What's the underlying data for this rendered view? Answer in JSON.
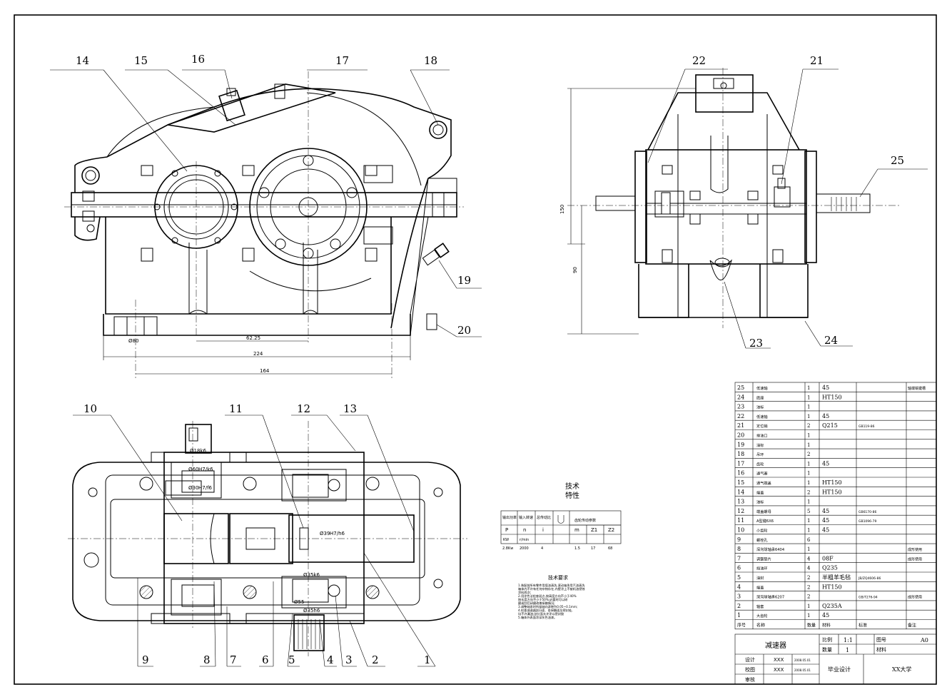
{
  "part_labels": [
    "14",
    "15",
    "16",
    "17",
    "18",
    "19",
    "20",
    "22",
    "21",
    "25",
    "23",
    "24",
    "10",
    "11",
    "12",
    "13",
    "9",
    "8",
    "7",
    "6",
    "5",
    "4",
    "3",
    "2",
    "1"
  ],
  "dimensions": {
    "front_62": "62.25",
    "front_224": "224",
    "front_164": "164",
    "front_d80": "Ø80",
    "side_150": "150",
    "side_90": "90",
    "plan_d18": "Ø18k6",
    "plan_d60": "Ø60",
    "plan_fit1": "H7/k6",
    "plan_d30": "Ø30",
    "plan_fit2": "H7/f6",
    "plan_d39": "Ø39",
    "plan_fit3": "H7/h6",
    "plan_d35": "Ø35k6",
    "plan_d55": "Ø55",
    "plan_d35b": "Ø35h6"
  },
  "spec_title": [
    "技术",
    "特性"
  ],
  "spec_table": {
    "header": [
      "输出功率",
      "输入转速",
      "总传动比",
      "齿轮传动参数"
    ],
    "sub": [
      "P",
      "n",
      "i",
      "",
      "m",
      "Z1",
      "Z2"
    ],
    "row1": [
      "KW",
      "r/min",
      "",
      "",
      "",
      "",
      ""
    ],
    "row2": [
      "2.8Kw",
      "2000",
      "4",
      "",
      "1.5",
      "17",
      "68"
    ]
  },
  "tech_req": {
    "title": "技术要求",
    "lines": [
      "1.装配前所有零件用煤油清洗,滚动轴承用汽油清洗",
      "  箱体内不许有任何杂物存在,内壁涂上不被机油侵蚀",
      "  涂料两次;",
      "2.用涂色法检查斑点,按高度方向不小于40%",
      "  按长度方向不小于50%;必要时可以研",
      "  磨或刮后研磨改善接触情况;",
      "3.调整轴承时所留轴向游隙为0.05~0.1mm;",
      "4.检查减速器剖分面、各接触面及密封处,",
      "  均不许漏油;剖分面允许涂以密封胶",
      "5.箱体外表面涂深灰色油漆。"
    ]
  },
  "bom": [
    [
      "25",
      "低速轴",
      "1",
      "45",
      "",
      "轴端铣键槽"
    ],
    [
      "24",
      "底座",
      "1",
      "HT150",
      "",
      ""
    ],
    [
      "23",
      "油标",
      "1",
      "",
      "",
      ""
    ],
    [
      "22",
      "低速轴",
      "1",
      "45",
      "",
      ""
    ],
    [
      "21",
      "定位销",
      "2",
      "Q215",
      "GB119-86",
      ""
    ],
    [
      "20",
      "排油口",
      "1",
      "",
      "",
      ""
    ],
    [
      "19",
      "油标",
      "1",
      "",
      "",
      ""
    ],
    [
      "18",
      "吊环",
      "2",
      "",
      "",
      ""
    ],
    [
      "17",
      "齿轮",
      "1",
      "45",
      "",
      ""
    ],
    [
      "16",
      "通气塞",
      "1",
      "",
      "",
      ""
    ],
    [
      "15",
      "通气端盖",
      "1",
      "HT150",
      "",
      ""
    ],
    [
      "14",
      "端盖",
      "2",
      "HT150",
      "",
      ""
    ],
    [
      "13",
      "油标",
      "1",
      "",
      "",
      ""
    ],
    [
      "12",
      "端盖螺母",
      "5",
      "45",
      "GB6170-86",
      ""
    ],
    [
      "11",
      "A型键6X6",
      "1",
      "45",
      "GB1096-79",
      ""
    ],
    [
      "10",
      "小齿轮",
      "1",
      "45",
      "",
      ""
    ],
    [
      "9",
      "螺栓孔",
      "6",
      "",
      "",
      ""
    ],
    [
      "8",
      "深沟球轴承6404",
      "1",
      "",
      "",
      "成形使用"
    ],
    [
      "7",
      "调整垫片",
      "4",
      "08F",
      "",
      "成形使用"
    ],
    [
      "6",
      "挡油环",
      "4",
      "Q235",
      "",
      ""
    ],
    [
      "5",
      "油封",
      "2",
      "半粗羊毛毡",
      "JB/ZQ4606-86",
      ""
    ],
    [
      "4",
      "端盖",
      "2",
      "HT150",
      "",
      ""
    ],
    [
      "3",
      "深沟球轴承6207",
      "2",
      "",
      "GB/T276-94",
      "成形使用"
    ],
    [
      "2",
      "轴套",
      "1",
      "Q235A",
      "",
      ""
    ],
    [
      "1",
      "大齿轮",
      "1",
      "45",
      "",
      ""
    ]
  ],
  "bom_header": [
    "序号",
    "名称",
    "数量",
    "材料",
    "标准",
    "备注"
  ],
  "title_block": {
    "name": "减速器",
    "ratio_label": "比例",
    "ratio": "1:1",
    "drawing_no_label": "图号",
    "drawing_no": "A0",
    "qty_label": "数量",
    "qty": "1",
    "material_label": "材料",
    "design_label": "设计",
    "check_label": "校图",
    "approve_label": "审核",
    "designer": "XXX",
    "checker": "XXX",
    "date1": "2008.05.01",
    "date2": "2008.05.01",
    "project": "毕业设计",
    "school": "XX大学"
  }
}
